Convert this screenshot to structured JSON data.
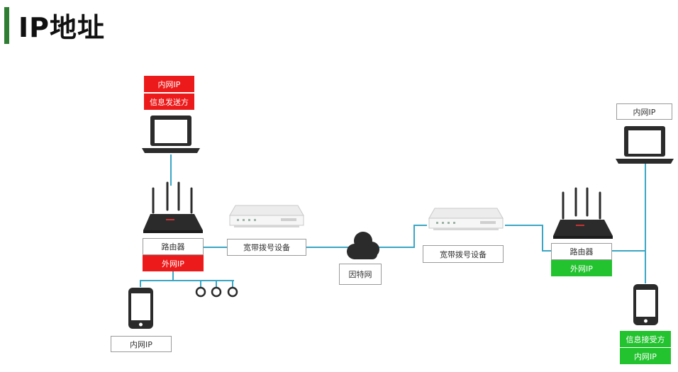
{
  "title": "IP地址",
  "labels": {
    "sender_lan_ip": "内网IP",
    "sender_role": "信息发送方",
    "router_left": "路由器",
    "wan_ip_left": "外网IP",
    "phone_left_lan_ip": "内网IP",
    "modem_left": "宽带拨号设备",
    "internet": "因特网",
    "modem_right": "宽带拨号设备",
    "router_right": "路由器",
    "wan_ip_right": "外网IP",
    "laptop_right_lan_ip": "内网IP",
    "receiver_role": "信息接受方",
    "receiver_lan_ip": "内网IP"
  },
  "colors": {
    "accent": "#2e7d32",
    "sender": "#ec1a1a",
    "receiver": "#22c32e",
    "link": "#3aa6c4",
    "device": "#2b2b2b"
  }
}
